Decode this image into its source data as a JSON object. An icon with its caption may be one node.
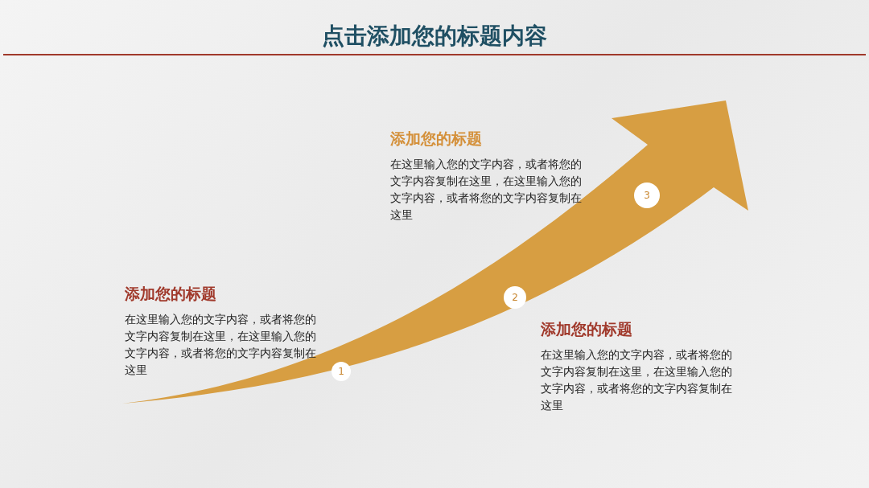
{
  "diagram": {
    "title": "点击添加您的标题内容",
    "nodes": [
      {
        "text": [
          "1"
        ]
      },
      {
        "text": [
          "2"
        ]
      },
      {
        "text": [
          "3"
        ]
      }
    ],
    "edges": [],
    "labels": [
      "添加您的标题",
      "在这里输入您的文字内容，或者将您的文字内容复制在这里，在这里输入您的文字内容，或者将您的文字内容复制在这里",
      "添加您的标题",
      "在这里输入您的文字内容，或者将您的文字内容复制在这里，在这里输入您的文字内容，或者将您的文字内容复制在这里",
      "添加您的标题",
      "在这里输入您的文字内容，或者将您的文字内容复制在这里，在这里输入您的文字内容，或者将您的文字内容复制在这里"
    ]
  }
}
